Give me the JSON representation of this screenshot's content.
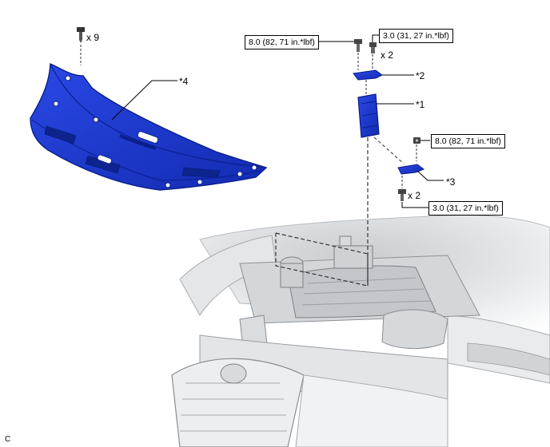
{
  "callouts": {
    "part1": "*1",
    "part2": "*2",
    "part3": "*3",
    "part4": "*4"
  },
  "torques": {
    "t_top_left": "8.0 (82, 71 in.*lbf)",
    "t_top_right": "3.0 (31, 27 in.*lbf)",
    "t_mid_right": "8.0 (82, 71 in.*lbf)",
    "t_bottom_right": "3.0 (31, 27 in.*lbf)"
  },
  "quantities": {
    "clips": "x 9",
    "bolts_upper": "x 2",
    "bolts_lower": "x 2"
  },
  "corner_code": "C",
  "colors": {
    "part_blue": "#1f3fd8",
    "part_dark": "#0a1f8c",
    "engine_gray": "#d9dcdf"
  },
  "icons": [
    "clip-icon",
    "bolt-icon",
    "nut-icon"
  ]
}
